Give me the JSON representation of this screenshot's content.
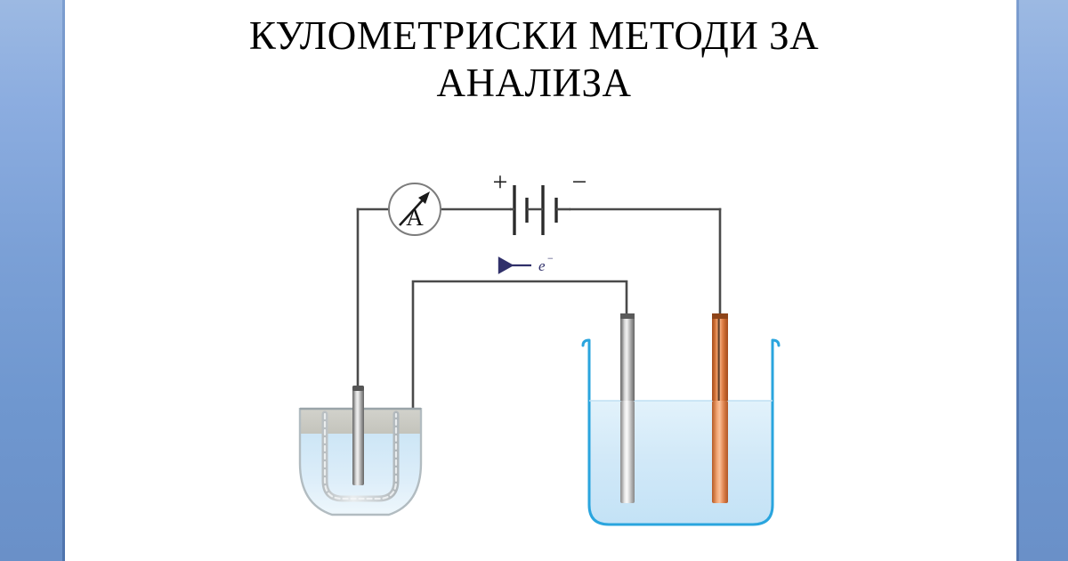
{
  "slide": {
    "title_line1": "КУЛОМЕТРИСКИ МЕТОДИ ЗА",
    "title_line2": "АНАЛИЗА",
    "title_full": "КУЛОМЕТРИСКИ МЕТОДИ ЗА АНАЛИЗА",
    "background_color": "#ffffff"
  },
  "decor": {
    "left_band_color_top": "#9cb9e2",
    "left_band_color_bottom": "#6a90c8",
    "right_band_color_top": "#9cb9e2",
    "right_band_color_bottom": "#6a90c8",
    "band_edge_color": "#5b7fb8"
  },
  "diagram": {
    "name": "coulometric-electrolysis-circuit",
    "ammeter_label": "A",
    "battery_positive_label": "+",
    "battery_negative_label": "−",
    "electron_label": "e",
    "electron_superscript": "−",
    "wire_color": "#4a4a4a",
    "electron_arrow_color": "#30306a",
    "cell_left": {
      "name": "reference-half-cell",
      "beaker_outline_color": "#b9c4c9",
      "liquid_color": "#cfe6f5",
      "upper_layer_color": "#c9c9c2",
      "electrode_color_dark": "#7a7a7a",
      "electrode_color_light": "#d9d9d9",
      "has_u_tube": true
    },
    "cell_right": {
      "name": "electrolysis-cell",
      "beaker_outline_color": "#29a8e0",
      "liquid_color": "#cfe8f7",
      "electrode_left_name": "silver-electrode",
      "electrode_left_color_dark": "#6e6e6e",
      "electrode_left_color_light": "#e0e0e0",
      "electrode_right_name": "copper-electrode",
      "electrode_right_color_dark": "#b55a27",
      "electrode_right_color_light": "#f0a878"
    }
  }
}
